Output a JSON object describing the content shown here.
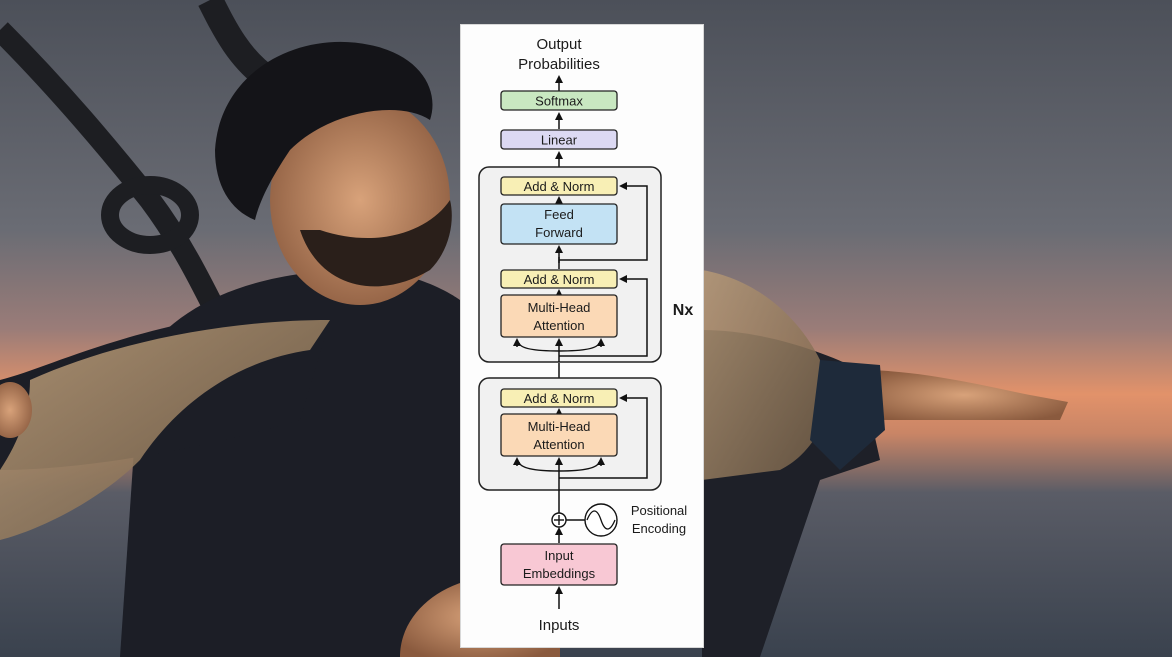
{
  "background": {
    "description_icon": "photo-background",
    "sky_color": "#5f646e",
    "sunset_color": "#e8946a",
    "sea_color": "#3c4450"
  },
  "diagram": {
    "output_label_line1": "Output",
    "output_label_line2": "Probabilities",
    "softmax": "Softmax",
    "linear": "Linear",
    "decoder_add_norm_top": "Add & Norm",
    "feed_forward_line1": "Feed",
    "feed_forward_line2": "Forward",
    "decoder_add_norm_mid": "Add & Norm",
    "mha_top_line1": "Multi-Head",
    "mha_top_line2": "Attention",
    "nx_label": "Nx",
    "encoder_add_norm": "Add & Norm",
    "mha_bottom_line1": "Multi-Head",
    "mha_bottom_line2": "Attention",
    "positional_line1": "Positional",
    "positional_line2": "Encoding",
    "input_embeddings_line1": "Input",
    "input_embeddings_line2": "Embeddings",
    "inputs_label": "Inputs",
    "colors": {
      "softmax": "#c9e8c1",
      "linear": "#dcd9f3",
      "add_norm": "#f8efb5",
      "feed_forward": "#c3e2f4",
      "attention": "#fbd9b6",
      "embeddings": "#f8c8d4",
      "block_bg": "#f1f1f1"
    }
  }
}
